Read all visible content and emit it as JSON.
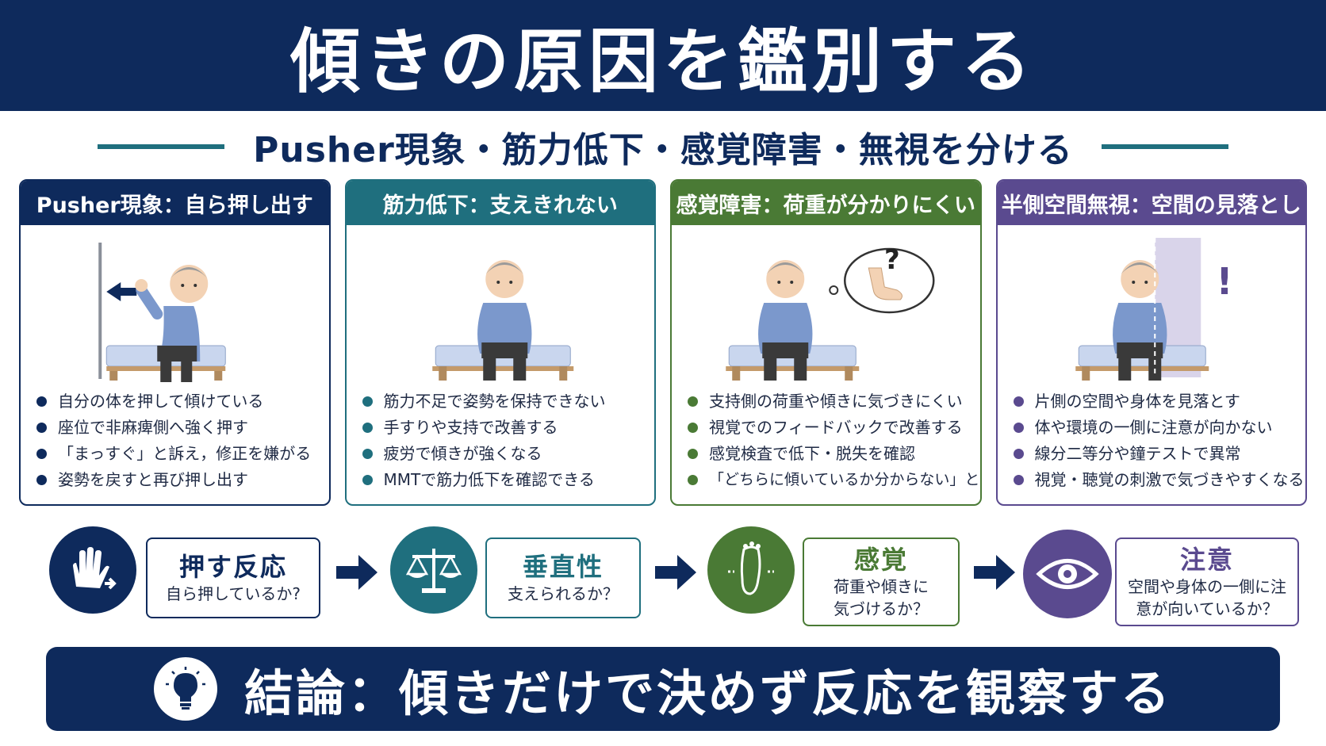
{
  "title": "傾きの原因を鑑別する",
  "subtitle": "Pusher現象・筋力低下・感覚障害・無視を分ける",
  "panels": [
    {
      "heading": "Pusher現象：自ら押し出す",
      "items": [
        "自分の体を押して傾けている",
        "座位で非麻痺側へ強く押す",
        "「まっすぐ」と訴え，修正を嫌がる",
        "姿勢を戻すと再び押し出す"
      ]
    },
    {
      "heading": "筋力低下：支えきれない",
      "items": [
        "筋力不足で姿勢を保持できない",
        "手すりや支持で改善する",
        "疲労で傾きが強くなる",
        "MMTで筋力低下を確認できる"
      ]
    },
    {
      "heading": "感覚障害：荷重が分かりにくい",
      "items": [
        "支持側の荷重や傾きに気づきにくい",
        "視覚でのフィードバックで改善する",
        "感覚検査で低下・脱失を確認",
        "「どちらに傾いているか分からない」と訴える"
      ]
    },
    {
      "heading": "半側空間無視：空間の見落とし",
      "items": [
        "片側の空間や身体を見落とす",
        "体や環境の一側に注意が向かない",
        "線分二等分や鐘テストで異常",
        "視覚・聴覚の刺激で気づきやすくなる"
      ]
    }
  ],
  "illustration_marks": {
    "question": "?",
    "alert": "!"
  },
  "flow": [
    {
      "title": "押す反応",
      "question": "自ら押しているか?",
      "icon": "hand-push-icon"
    },
    {
      "title": "垂直性",
      "question": "支えられるか？",
      "icon": "balance-scale-icon"
    },
    {
      "title": "感覚",
      "question": "荷重や傾きに気づけるか？",
      "icon": "foot-icon"
    },
    {
      "title": "注意",
      "question": "空間や身体の一側に注意が向いているか？",
      "icon": "eye-icon"
    }
  ],
  "conclusion": {
    "text": "結論：傾きだけで決めず反応を観察する",
    "icon": "lightbulb-icon"
  },
  "colors": {
    "navy": "#0e2a5c",
    "teal": "#1f6f7e",
    "green": "#4a7a35",
    "purple": "#5a4a8f"
  }
}
